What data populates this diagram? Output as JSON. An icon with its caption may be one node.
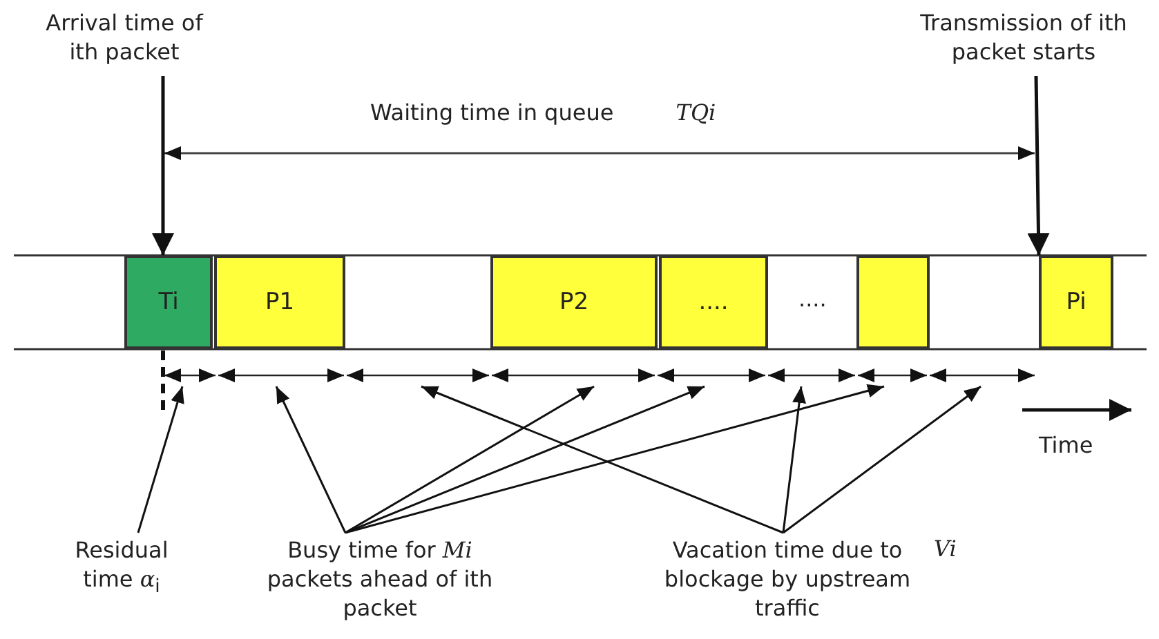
{
  "diagram": {
    "nodes": [
      {
        "text": [
          "Arrival time of ith packet"
        ]
      },
      {
        "text": [
          "Transmission of ith packet starts"
        ]
      },
      {
        "text": [
          "Ti"
        ]
      },
      {
        "text": [
          "P1"
        ]
      },
      {
        "text": [
          "P2"
        ]
      },
      {
        "text": [
          "...."
        ]
      },
      {
        "text": [],
        "shape": "box"
      },
      {
        "text": [
          "Pi"
        ]
      },
      {
        "text": [],
        "shape": "arrow"
      },
      {
        "text": [],
        "shape": "arrow"
      },
      {
        "text": [],
        "shape": "arrow"
      },
      {
        "text": [],
        "shape": "arrow"
      },
      {
        "text": [],
        "shape": "arrow"
      },
      {
        "text": [],
        "shape": "arrow"
      },
      {
        "text": [],
        "shape": "arrow"
      },
      {
        "text": [],
        "shape": "arrow"
      },
      {
        "text": [
          "Residual time *α*$_{i}$"
        ]
      },
      {
        "text": [
          "Busy time for *Mi* packets ahead of ith packet"
        ]
      },
      {
        "text": [
          "Vacation time due to blockage by upstream traffic"
        ],
        "beside": [
          "Vi"
        ]
      }
    ],
    "edges": [
      {
        "from": 0,
        "to": 2,
        "arrow": "to"
      },
      {
        "from": 1,
        "to": 7,
        "arrow": "to"
      },
      {
        "from": 16,
        "to": 8,
        "arrow": "to"
      },
      {
        "from": 17,
        "to": 9,
        "arrow": "to"
      },
      {
        "from": 17,
        "to": 11,
        "arrow": "to"
      },
      {
        "from": 17,
        "to": 12,
        "arrow": "to"
      },
      {
        "from": 17,
        "to": 14,
        "arrow": "to"
      },
      {
        "from": 18,
        "to": 10,
        "arrow": "to"
      },
      {
        "from": 18,
        "to": 13,
        "arrow": "to"
      },
      {
        "from": 18,
        "to": 15,
        "arrow": "to"
      }
    ],
    "labels": [
      "Waiting time in queue *TQi*",
      "....",
      "Time"
    ]
  }
}
